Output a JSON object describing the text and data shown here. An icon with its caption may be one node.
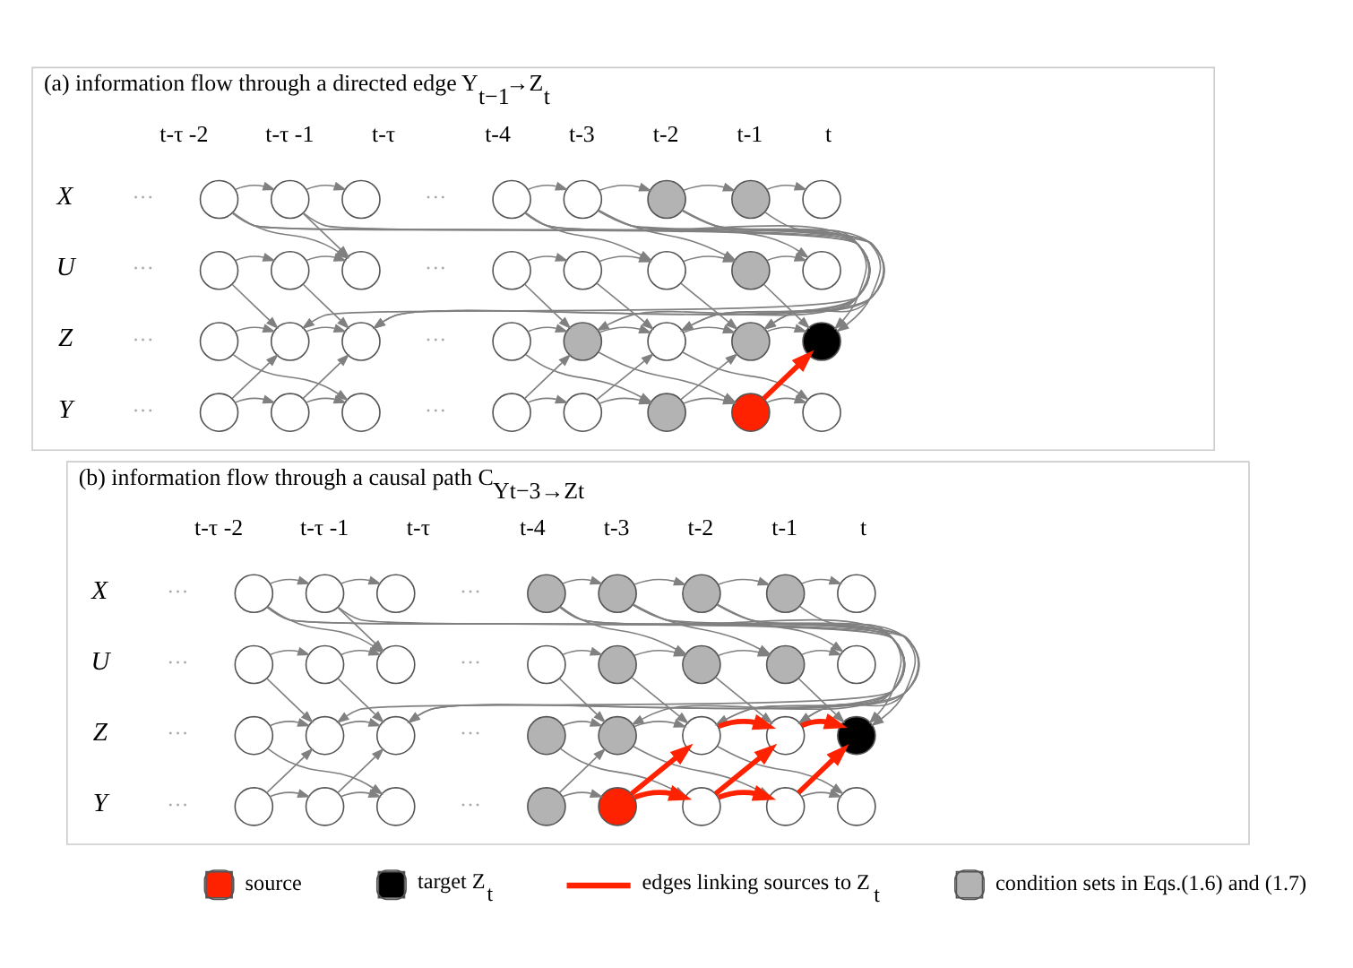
{
  "diagram": {
    "nodes": [
      {
        "text": [
          "(a) information flow through a directed edge Y$_{t−1}$→Z$_{t}$"
        ]
      },
      {
        "text": [],
        "shape": "circle",
        "in": 0
      },
      {
        "text": [],
        "shape": "circle",
        "in": 0
      },
      {
        "text": [],
        "shape": "circle",
        "in": 0
      },
      {
        "text": [],
        "shape": "circle",
        "in": 0
      },
      {
        "text": [],
        "shape": "circle",
        "in": 0
      },
      {
        "text": [],
        "shape": "circle",
        "in": 0
      },
      {
        "text": [],
        "shape": "circle",
        "in": 0
      },
      {
        "text": [],
        "shape": "circle",
        "in": 0
      },
      {
        "text": [],
        "shape": "circle",
        "in": 0
      },
      {
        "text": [],
        "shape": "circle",
        "in": 0
      },
      {
        "text": [],
        "shape": "circle",
        "in": 0
      },
      {
        "text": [],
        "shape": "circle",
        "in": 0
      },
      {
        "text": [],
        "shape": "circle",
        "in": 0
      },
      {
        "text": [],
        "shape": "circle",
        "in": 0
      },
      {
        "text": [],
        "shape": "circle",
        "in": 0
      },
      {
        "text": [],
        "shape": "circle",
        "in": 0
      },
      {
        "text": [],
        "shape": "circle",
        "in": 0
      },
      {
        "text": [],
        "shape": "circle",
        "in": 0
      },
      {
        "text": [],
        "shape": "circle",
        "in": 0
      },
      {
        "text": [],
        "shape": "circle",
        "in": 0
      },
      {
        "text": [],
        "shape": "circle",
        "in": 0
      },
      {
        "text": [],
        "shape": "circle",
        "in": 0
      },
      {
        "text": [],
        "shape": "circle",
        "in": 0
      },
      {
        "text": [],
        "shape": "circle",
        "in": 0
      },
      {
        "text": [],
        "shape": "circle",
        "in": 0
      },
      {
        "text": [],
        "shape": "circle",
        "in": 0
      },
      {
        "text": [],
        "shape": "circle",
        "in": 0
      },
      {
        "text": [],
        "shape": "circle",
        "in": 0
      },
      {
        "text": [],
        "shape": "circle",
        "in": 0
      },
      {
        "text": [],
        "shape": "circle",
        "in": 0
      },
      {
        "text": [],
        "shape": "circle",
        "in": 0
      },
      {
        "text": [],
        "shape": "circle",
        "in": 0
      },
      {
        "text": [
          "(b) information flow through a causal path C$_{Yt−3→Zt}$"
        ]
      },
      {
        "text": [],
        "shape": "circle",
        "in": 33
      },
      {
        "text": [],
        "shape": "circle",
        "in": 33
      },
      {
        "text": [],
        "shape": "circle",
        "in": 33
      },
      {
        "text": [],
        "shape": "circle",
        "in": 33
      },
      {
        "text": [],
        "shape": "circle",
        "in": 33
      },
      {
        "text": [],
        "shape": "circle",
        "in": 33
      },
      {
        "text": [],
        "shape": "circle",
        "in": 33
      },
      {
        "text": [],
        "shape": "circle",
        "in": 33
      },
      {
        "text": [],
        "shape": "circle",
        "in": 33
      },
      {
        "text": [],
        "shape": "circle",
        "in": 33
      },
      {
        "text": [],
        "shape": "circle",
        "in": 33
      },
      {
        "text": [],
        "shape": "circle",
        "in": 33
      },
      {
        "text": [],
        "shape": "circle",
        "in": 33
      },
      {
        "text": [],
        "shape": "circle",
        "in": 33
      },
      {
        "text": [],
        "shape": "circle",
        "in": 33
      },
      {
        "text": [],
        "shape": "circle",
        "in": 33
      },
      {
        "text": [],
        "shape": "circle",
        "in": 33
      },
      {
        "text": [],
        "shape": "circle",
        "in": 33
      },
      {
        "text": [],
        "shape": "circle",
        "in": 33
      },
      {
        "text": [],
        "shape": "circle",
        "in": 33
      },
      {
        "text": [],
        "shape": "circle",
        "in": 33
      },
      {
        "text": [],
        "shape": "circle",
        "in": 33
      },
      {
        "text": [],
        "shape": "circle",
        "in": 33
      },
      {
        "text": [],
        "shape": "circle",
        "in": 33
      },
      {
        "text": [],
        "shape": "circle",
        "in": 33
      },
      {
        "text": [],
        "shape": "circle",
        "in": 33
      },
      {
        "text": [],
        "shape": "circle",
        "in": 33
      },
      {
        "text": [],
        "shape": "circle",
        "in": 33
      },
      {
        "text": [],
        "shape": "circle",
        "in": 33
      },
      {
        "text": [],
        "shape": "circle",
        "in": 33
      },
      {
        "text": [],
        "shape": "circle",
        "in": 33
      },
      {
        "text": [],
        "shape": "circle",
        "in": 33
      }
    ],
    "edges": [
      {
        "from": 1,
        "to": 2,
        "arrow": "to"
      },
      {
        "from": 9,
        "to": 10,
        "arrow": "to"
      },
      {
        "from": 17,
        "to": 18,
        "arrow": "to"
      },
      {
        "from": 25,
        "to": 26,
        "arrow": "to"
      },
      {
        "from": 1,
        "to": 18,
        "arrow": "to"
      },
      {
        "from": 9,
        "to": 18,
        "arrow": "to"
      },
      {
        "from": 25,
        "to": 18,
        "arrow": "to"
      },
      {
        "from": 2,
        "to": 3,
        "arrow": "to"
      },
      {
        "from": 10,
        "to": 11,
        "arrow": "to"
      },
      {
        "from": 18,
        "to": 19,
        "arrow": "to"
      },
      {
        "from": 26,
        "to": 27,
        "arrow": "to"
      },
      {
        "from": 2,
        "to": 19,
        "arrow": "to"
      },
      {
        "from": 10,
        "to": 19,
        "arrow": "to"
      },
      {
        "from": 26,
        "to": 19,
        "arrow": "to"
      },
      {
        "from": 2,
        "to": 11,
        "arrow": "to"
      },
      {
        "from": 1,
        "to": 11,
        "arrow": "to"
      },
      {
        "from": 1,
        "to": 19,
        "arrow": "to"
      },
      {
        "from": 17,
        "to": 27,
        "arrow": "to"
      },
      {
        "from": 4,
        "to": 5,
        "arrow": "to"
      },
      {
        "from": 12,
        "to": 13,
        "arrow": "to"
      },
      {
        "from": 20,
        "to": 21,
        "arrow": "to"
      },
      {
        "from": 28,
        "to": 29,
        "arrow": "to"
      },
      {
        "from": 4,
        "to": 21,
        "arrow": "to"
      },
      {
        "from": 12,
        "to": 21,
        "arrow": "to"
      },
      {
        "from": 28,
        "to": 21,
        "arrow": "to"
      },
      {
        "from": 5,
        "to": 6,
        "arrow": "to"
      },
      {
        "from": 13,
        "to": 14,
        "arrow": "to"
      },
      {
        "from": 21,
        "to": 22,
        "arrow": "to"
      },
      {
        "from": 29,
        "to": 30,
        "arrow": "to"
      },
      {
        "from": 5,
        "to": 22,
        "arrow": "to"
      },
      {
        "from": 13,
        "to": 22,
        "arrow": "to"
      },
      {
        "from": 29,
        "to": 22,
        "arrow": "to"
      },
      {
        "from": 4,
        "to": 14,
        "arrow": "to"
      },
      {
        "from": 4,
        "to": 22,
        "arrow": "to"
      },
      {
        "from": 20,
        "to": 30,
        "arrow": "to"
      },
      {
        "from": 6,
        "to": 7,
        "arrow": "to"
      },
      {
        "from": 14,
        "to": 15,
        "arrow": "to"
      },
      {
        "from": 22,
        "to": 23,
        "arrow": "to"
      },
      {
        "from": 30,
        "to": 31,
        "arrow": "to"
      },
      {
        "from": 6,
        "to": 23,
        "arrow": "to"
      },
      {
        "from": 14,
        "to": 23,
        "arrow": "to"
      },
      {
        "from": 30,
        "to": 23,
        "arrow": "to"
      },
      {
        "from": 5,
        "to": 15,
        "arrow": "to"
      },
      {
        "from": 5,
        "to": 23,
        "arrow": "to"
      },
      {
        "from": 21,
        "to": 31,
        "arrow": "to"
      },
      {
        "from": 7,
        "to": 8,
        "arrow": "to"
      },
      {
        "from": 15,
        "to": 16,
        "arrow": "to"
      },
      {
        "from": 23,
        "to": 24,
        "arrow": "to"
      },
      {
        "from": 31,
        "to": 32,
        "arrow": "to"
      },
      {
        "from": 7,
        "to": 24,
        "arrow": "to"
      },
      {
        "from": 15,
        "to": 24,
        "arrow": "to"
      },
      {
        "from": 31,
        "to": 24,
        "arrow": "to",
        "style": "thick",
        "color": "#ff2200"
      },
      {
        "from": 6,
        "to": 16,
        "arrow": "to"
      },
      {
        "from": 6,
        "to": 24,
        "arrow": "to"
      },
      {
        "from": 22,
        "to": 32,
        "arrow": "to"
      },
      {
        "from": 34,
        "to": 35,
        "arrow": "to"
      },
      {
        "from": 42,
        "to": 43,
        "arrow": "to"
      },
      {
        "from": 50,
        "to": 51,
        "arrow": "to"
      },
      {
        "from": 58,
        "to": 59,
        "arrow": "to"
      },
      {
        "from": 34,
        "to": 51,
        "arrow": "to"
      },
      {
        "from": 42,
        "to": 51,
        "arrow": "to"
      },
      {
        "from": 58,
        "to": 51,
        "arrow": "to"
      },
      {
        "from": 35,
        "to": 36,
        "arrow": "to"
      },
      {
        "from": 43,
        "to": 44,
        "arrow": "to"
      },
      {
        "from": 51,
        "to": 52,
        "arrow": "to"
      },
      {
        "from": 59,
        "to": 60,
        "arrow": "to"
      },
      {
        "from": 35,
        "to": 52,
        "arrow": "to"
      },
      {
        "from": 43,
        "to": 52,
        "arrow": "to"
      },
      {
        "from": 59,
        "to": 52,
        "arrow": "to"
      },
      {
        "from": 35,
        "to": 44,
        "arrow": "to"
      },
      {
        "from": 34,
        "to": 44,
        "arrow": "to"
      },
      {
        "from": 34,
        "to": 52,
        "arrow": "to"
      },
      {
        "from": 50,
        "to": 60,
        "arrow": "to"
      },
      {
        "from": 37,
        "to": 38,
        "arrow": "to"
      },
      {
        "from": 45,
        "to": 46,
        "arrow": "to"
      },
      {
        "from": 53,
        "to": 54,
        "arrow": "to"
      },
      {
        "from": 61,
        "to": 62,
        "arrow": "to"
      },
      {
        "from": 37,
        "to": 54,
        "arrow": "to"
      },
      {
        "from": 45,
        "to": 54,
        "arrow": "to"
      },
      {
        "from": 61,
        "to": 54,
        "arrow": "to"
      },
      {
        "from": 38,
        "to": 39,
        "arrow": "to"
      },
      {
        "from": 46,
        "to": 47,
        "arrow": "to"
      },
      {
        "from": 54,
        "to": 55,
        "arrow": "to"
      },
      {
        "from": 62,
        "to": 63,
        "arrow": "to",
        "style": "thick",
        "color": "#ff2200"
      },
      {
        "from": 38,
        "to": 55,
        "arrow": "to"
      },
      {
        "from": 46,
        "to": 55,
        "arrow": "to"
      },
      {
        "from": 62,
        "to": 55,
        "arrow": "to",
        "style": "thick",
        "color": "#ff2200"
      },
      {
        "from": 37,
        "to": 47,
        "arrow": "to"
      },
      {
        "from": 37,
        "to": 55,
        "arrow": "to"
      },
      {
        "from": 53,
        "to": 63,
        "arrow": "to"
      },
      {
        "from": 39,
        "to": 40,
        "arrow": "to"
      },
      {
        "from": 47,
        "to": 48,
        "arrow": "to"
      },
      {
        "from": 55,
        "to": 56,
        "arrow": "to",
        "style": "thick",
        "color": "#ff2200"
      },
      {
        "from": 63,
        "to": 64,
        "arrow": "to",
        "style": "thick",
        "color": "#ff2200"
      },
      {
        "from": 39,
        "to": 56,
        "arrow": "to"
      },
      {
        "from": 47,
        "to": 56,
        "arrow": "to"
      },
      {
        "from": 63,
        "to": 56,
        "arrow": "to",
        "style": "thick",
        "color": "#ff2200"
      },
      {
        "from": 38,
        "to": 48,
        "arrow": "to"
      },
      {
        "from": 38,
        "to": 56,
        "arrow": "to"
      },
      {
        "from": 54,
        "to": 64,
        "arrow": "to"
      },
      {
        "from": 40,
        "to": 41,
        "arrow": "to"
      },
      {
        "from": 48,
        "to": 49,
        "arrow": "to"
      },
      {
        "from": 56,
        "to": 57,
        "arrow": "to",
        "style": "thick",
        "color": "#ff2200"
      },
      {
        "from": 64,
        "to": 65,
        "arrow": "to"
      },
      {
        "from": 40,
        "to": 57,
        "arrow": "to"
      },
      {
        "from": 48,
        "to": 57,
        "arrow": "to"
      },
      {
        "from": 64,
        "to": 57,
        "arrow": "to",
        "style": "thick",
        "color": "#ff2200"
      },
      {
        "from": 39,
        "to": 49,
        "arrow": "to"
      },
      {
        "from": 39,
        "to": 57,
        "arrow": "to"
      },
      {
        "from": 55,
        "to": 65,
        "arrow": "to"
      }
    ],
    "labels": [
      "t-τ -2",
      "t-τ -1",
      "t-τ",
      "t-4",
      "t-3",
      "t-2",
      "t-1",
      "t",
      "X",
      "···",
      "···",
      "U",
      "···",
      "···",
      "Z",
      "···",
      "···",
      "Y",
      "···",
      "···",
      "t-τ -2",
      "t-τ -1",
      "t-τ",
      "t-4",
      "t-3",
      "t-2",
      "t-1",
      "t",
      "X",
      "···",
      "···",
      "U",
      "···",
      "···",
      "Z",
      "···",
      "···",
      "Y",
      "···",
      "···"
    ],
    "legend": [
      {
        "text": "source",
        "color": "#ff2200"
      },
      {
        "text": "target Z$_{t}$",
        "color": "#000000"
      },
      {
        "text": "edges linking sources to Z$_{t}$"
      },
      {
        "text": "condition sets in Eqs.(1.6) and (1.7)",
        "color": "#b3b3b3"
      }
    ]
  }
}
